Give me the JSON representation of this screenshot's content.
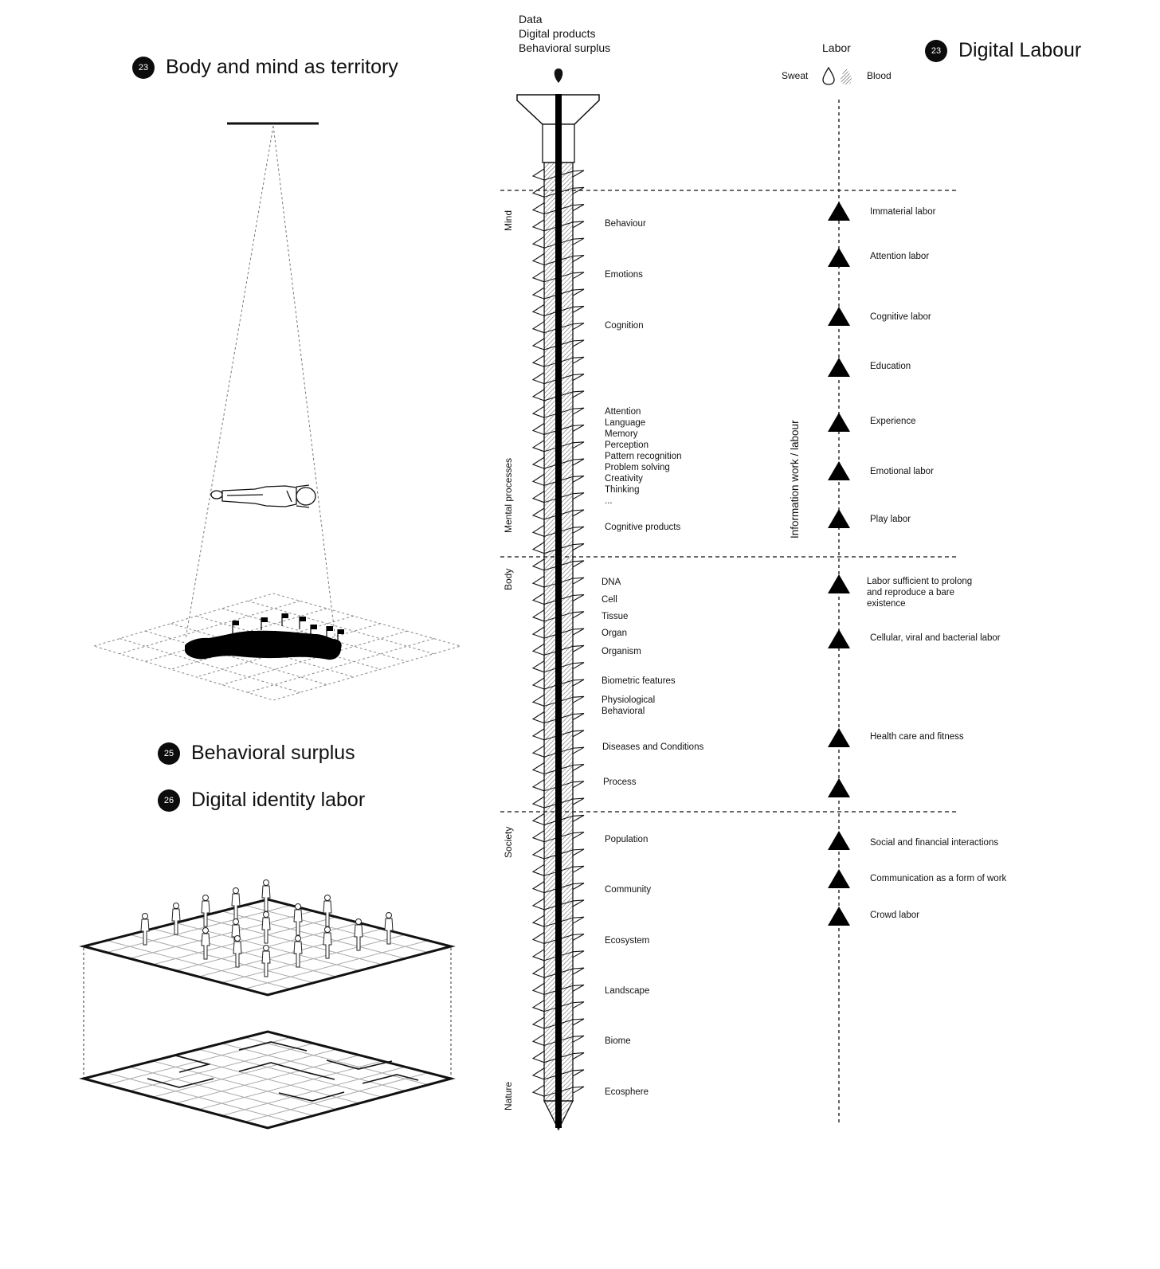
{
  "headings": {
    "body_mind": {
      "badge": "23",
      "title": "Body and mind as territory"
    },
    "digital_labour": {
      "badge": "23",
      "title": "Digital Labour"
    },
    "behavioral_surplus": {
      "badge": "25",
      "title": "Behavioral surplus"
    },
    "digital_identity": {
      "badge": "26",
      "title": "Digital identity labor"
    }
  },
  "screw_top_labels": [
    "Data",
    "Digital products",
    "Behavioral surplus"
  ],
  "labor_header": {
    "title": "Labor",
    "left": "Sweat",
    "right": "Blood"
  },
  "labor_axis_label": "Information work / labour",
  "regions": [
    {
      "name": "Mind"
    },
    {
      "name": "Mental processes"
    },
    {
      "name": "Body"
    },
    {
      "name": "Society"
    },
    {
      "name": "Nature"
    }
  ],
  "items": {
    "behaviour": "Behaviour",
    "emotions": "Emotions",
    "cognition": "Cognition",
    "mental_list": [
      "Attention",
      "Language",
      "Memory",
      "Perception",
      "Pattern recognition",
      "Problem solving",
      "Creativity",
      "Thinking",
      "..."
    ],
    "cognitive_products": "Cognitive products",
    "dna": "DNA",
    "cell": "Cell",
    "tissue": "Tissue",
    "organ": "Organ",
    "organism": "Organism",
    "biometric": "Biometric features",
    "physio": [
      "Physiological",
      "Behavioral"
    ],
    "diseases": "Diseases and Conditions",
    "process": "Process",
    "population": "Population",
    "community": "Community",
    "ecosystem": "Ecosystem",
    "landscape": "Landscape",
    "biome": "Biome",
    "ecosphere": "Ecosphere"
  },
  "labor_types": [
    {
      "label": "Immaterial labor"
    },
    {
      "label": "Attention labor"
    },
    {
      "label": "Cognitive labor"
    },
    {
      "label": "Education"
    },
    {
      "label": "Experience"
    },
    {
      "label": "Emotional labor"
    },
    {
      "label": "Play labor"
    },
    {
      "label": "Labor sufficient to prolong and reproduce a bare existence"
    },
    {
      "label": "Cellular, viral and bacterial labor"
    },
    {
      "label": "Health care and fitness"
    },
    {
      "label": ""
    },
    {
      "label": "Social and financial interactions"
    },
    {
      "label": "Communication as a form of work"
    },
    {
      "label": "Crowd labor"
    }
  ]
}
